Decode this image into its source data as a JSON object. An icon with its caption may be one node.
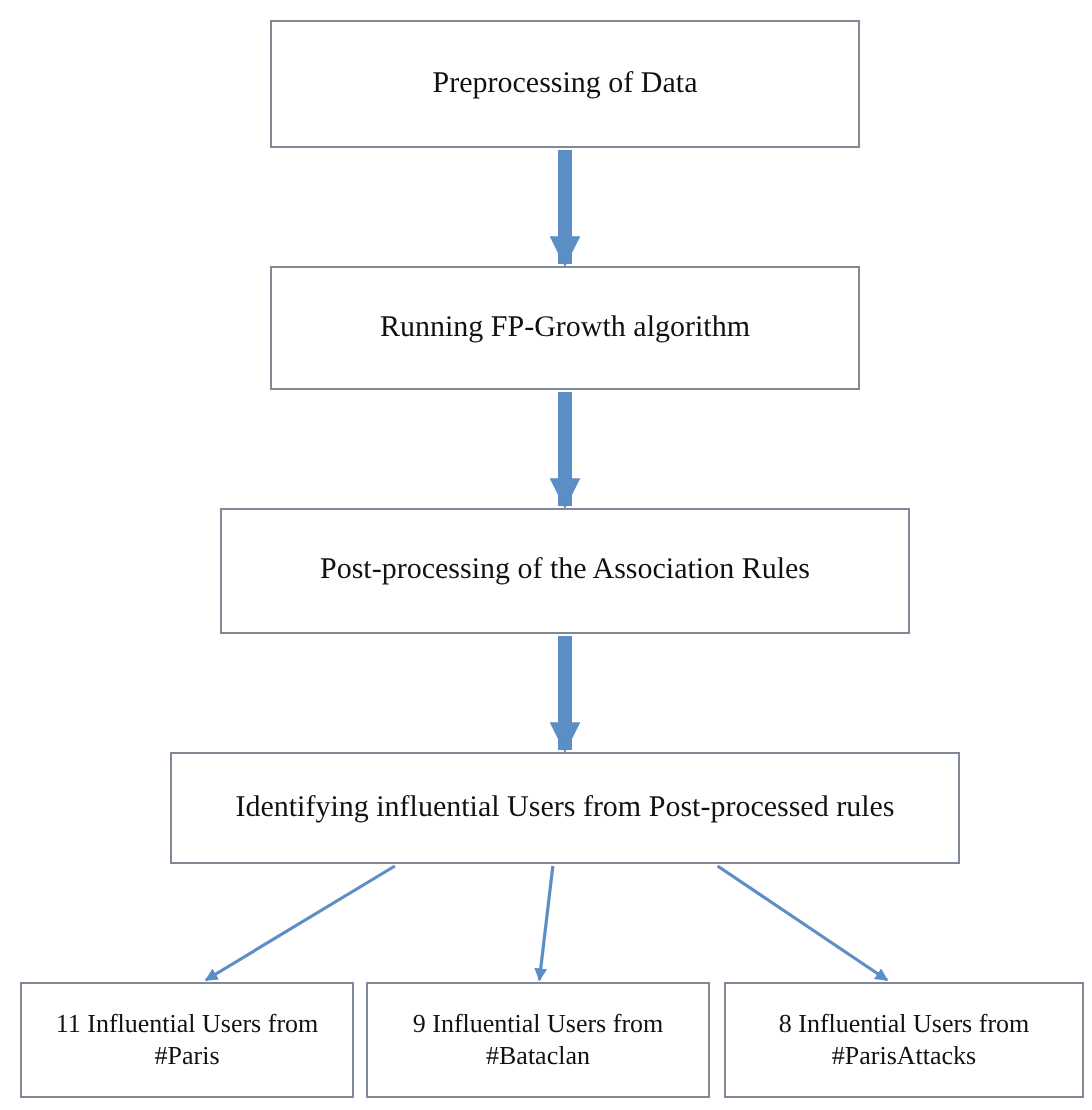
{
  "diagram": {
    "nodes": [
      {
        "text": [
          "Preprocessing of Data"
        ]
      },
      {
        "text": [
          "Running FP-Growth algorithm"
        ]
      },
      {
        "text": [
          "Post-processing of the Association Rules"
        ]
      },
      {
        "text": [
          "Identifying influential Users from Post-processed rules"
        ]
      },
      {
        "text": [
          "11 Influential Users from #Paris"
        ]
      },
      {
        "text": [
          "9 Influential Users from #Bataclan"
        ]
      },
      {
        "text": [
          "8 Influential Users from #ParisAttacks"
        ]
      }
    ],
    "edges": [
      {
        "from": 0,
        "to": 1,
        "arrow": "to",
        "style": "thick"
      },
      {
        "from": 1,
        "to": 2,
        "arrow": "to",
        "style": "thick"
      },
      {
        "from": 2,
        "to": 3,
        "arrow": "to",
        "style": "thick"
      },
      {
        "from": 3,
        "to": 4,
        "arrow": "to"
      },
      {
        "from": 3,
        "to": 5,
        "arrow": "to"
      },
      {
        "from": 3,
        "to": 6,
        "arrow": "to"
      }
    ]
  }
}
